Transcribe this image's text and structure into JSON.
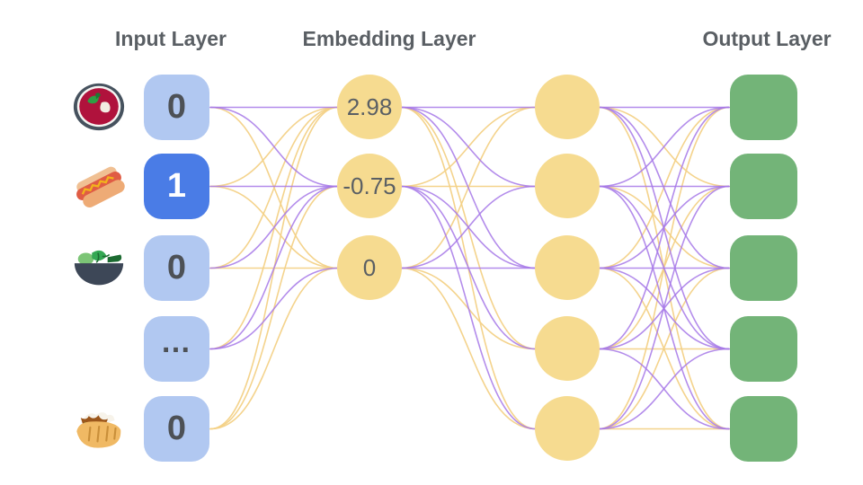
{
  "titles": {
    "input": "Input Layer",
    "embedding": "Embedding Layer",
    "output": "Output Layer"
  },
  "colors": {
    "input_inactive": "#b1c8f1",
    "input_active": "#4a7ce6",
    "node_yellow": "#f6db90",
    "output_green": "#73b478",
    "edge_purple": "#a678e8",
    "edge_yellow": "#f3d186",
    "text_dark": "#5a5f64",
    "text_digit": "#4d5156",
    "text_on_active": "#ffffff"
  },
  "input_layer": {
    "nodes": [
      {
        "label": "0",
        "active": false,
        "icon": "soup-bowl-icon"
      },
      {
        "label": "1",
        "active": true,
        "icon": "hot-dog-icon"
      },
      {
        "label": "0",
        "active": false,
        "icon": "green-salad-icon"
      },
      {
        "label": "…",
        "active": false,
        "icon": ""
      },
      {
        "label": "0",
        "active": false,
        "icon": "stuffed-flatbread-icon"
      }
    ]
  },
  "embedding_layer": {
    "nodes": [
      {
        "label": "2.98"
      },
      {
        "label": "-0.75"
      },
      {
        "label": "0"
      }
    ]
  },
  "hidden_layer": {
    "node_count": 5
  },
  "output_layer": {
    "node_count": 5
  },
  "connections": {
    "color_key": {
      "p": "purple",
      "y": "yellow"
    },
    "input_to_embedding": [
      [
        "p",
        "p",
        "y"
      ],
      [
        "y",
        "p",
        "y"
      ],
      [
        "y",
        "p",
        "y"
      ],
      [
        "y",
        "p",
        "p"
      ],
      [
        "y",
        "y",
        "y"
      ]
    ],
    "embedding_to_hidden": [
      [
        "p",
        "p",
        "p",
        "y",
        "y"
      ],
      [
        "y",
        "y",
        "p",
        "p",
        "p"
      ],
      [
        "y",
        "p",
        "p",
        "y",
        "y"
      ]
    ],
    "hidden_to_output": [
      [
        "p",
        "y",
        "p",
        "p",
        "y"
      ],
      [
        "p",
        "p",
        "y",
        "p",
        "p"
      ],
      [
        "y",
        "p",
        "p",
        "p",
        "y"
      ],
      [
        "p",
        "y",
        "p",
        "y",
        "p"
      ],
      [
        "y",
        "p",
        "y",
        "p",
        "y"
      ]
    ]
  }
}
